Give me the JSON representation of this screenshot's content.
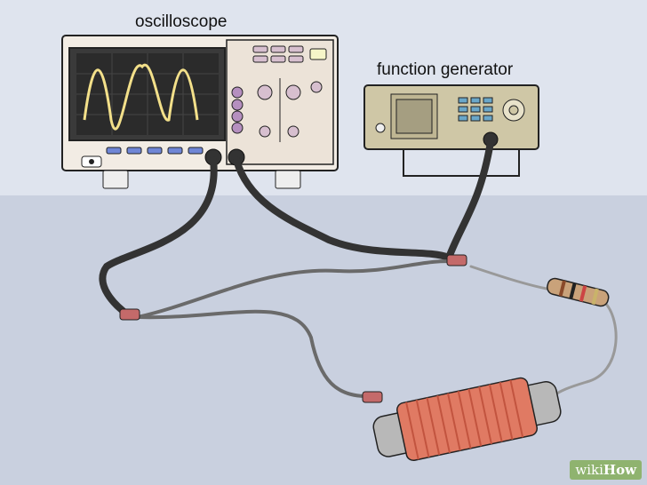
{
  "labels": {
    "oscilloscope": "oscilloscope",
    "function_generator": "function generator"
  },
  "watermark": {
    "prefix": "wiki",
    "brand": "How"
  },
  "colors": {
    "background": "#dfe4ee",
    "device_body": "#f2ece4",
    "screen": "#2b2b2b",
    "waveform": "#f3e08a",
    "button_purple": "#b58fbf",
    "button_blue": "#6f86d6",
    "cable": "#333333",
    "clip_red": "#c46a6a",
    "coil_copper": "#e07a63",
    "generator_body": "#cfc7a6"
  },
  "icons": [
    "oscilloscope",
    "function-generator",
    "cable",
    "resistor",
    "inductor-coil"
  ]
}
